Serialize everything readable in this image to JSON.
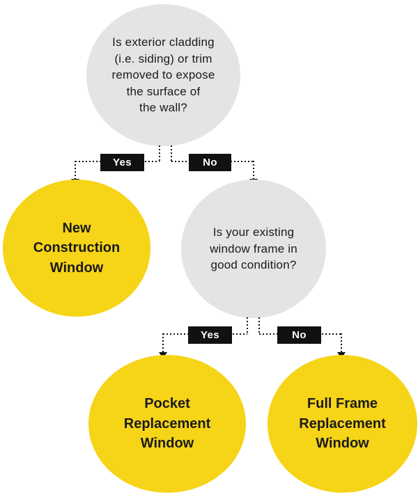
{
  "colors": {
    "result_yellow": "#F6D417",
    "question_gray": "#E3E4E6",
    "connector_black": "#111111",
    "badge_text": "#FFFFFF",
    "body_text": "#1A1A1A",
    "background": "#FFFFFF"
  },
  "flowchart": {
    "question1": "Is exterior cladding\n(i.e. siding) or trim\nremoved to expose\nthe surface of\nthe wall?",
    "branch1": {
      "yes_label": "Yes",
      "no_label": "No"
    },
    "result_new_construction": "New\nConstruction\nWindow",
    "question2": "Is your existing\nwindow frame in\ngood condition?",
    "branch2": {
      "yes_label": "Yes",
      "no_label": "No"
    },
    "result_pocket_replacement": "Pocket\nReplacement\nWindow",
    "result_full_frame_replacement": "Full Frame\nReplacement\nWindow"
  }
}
